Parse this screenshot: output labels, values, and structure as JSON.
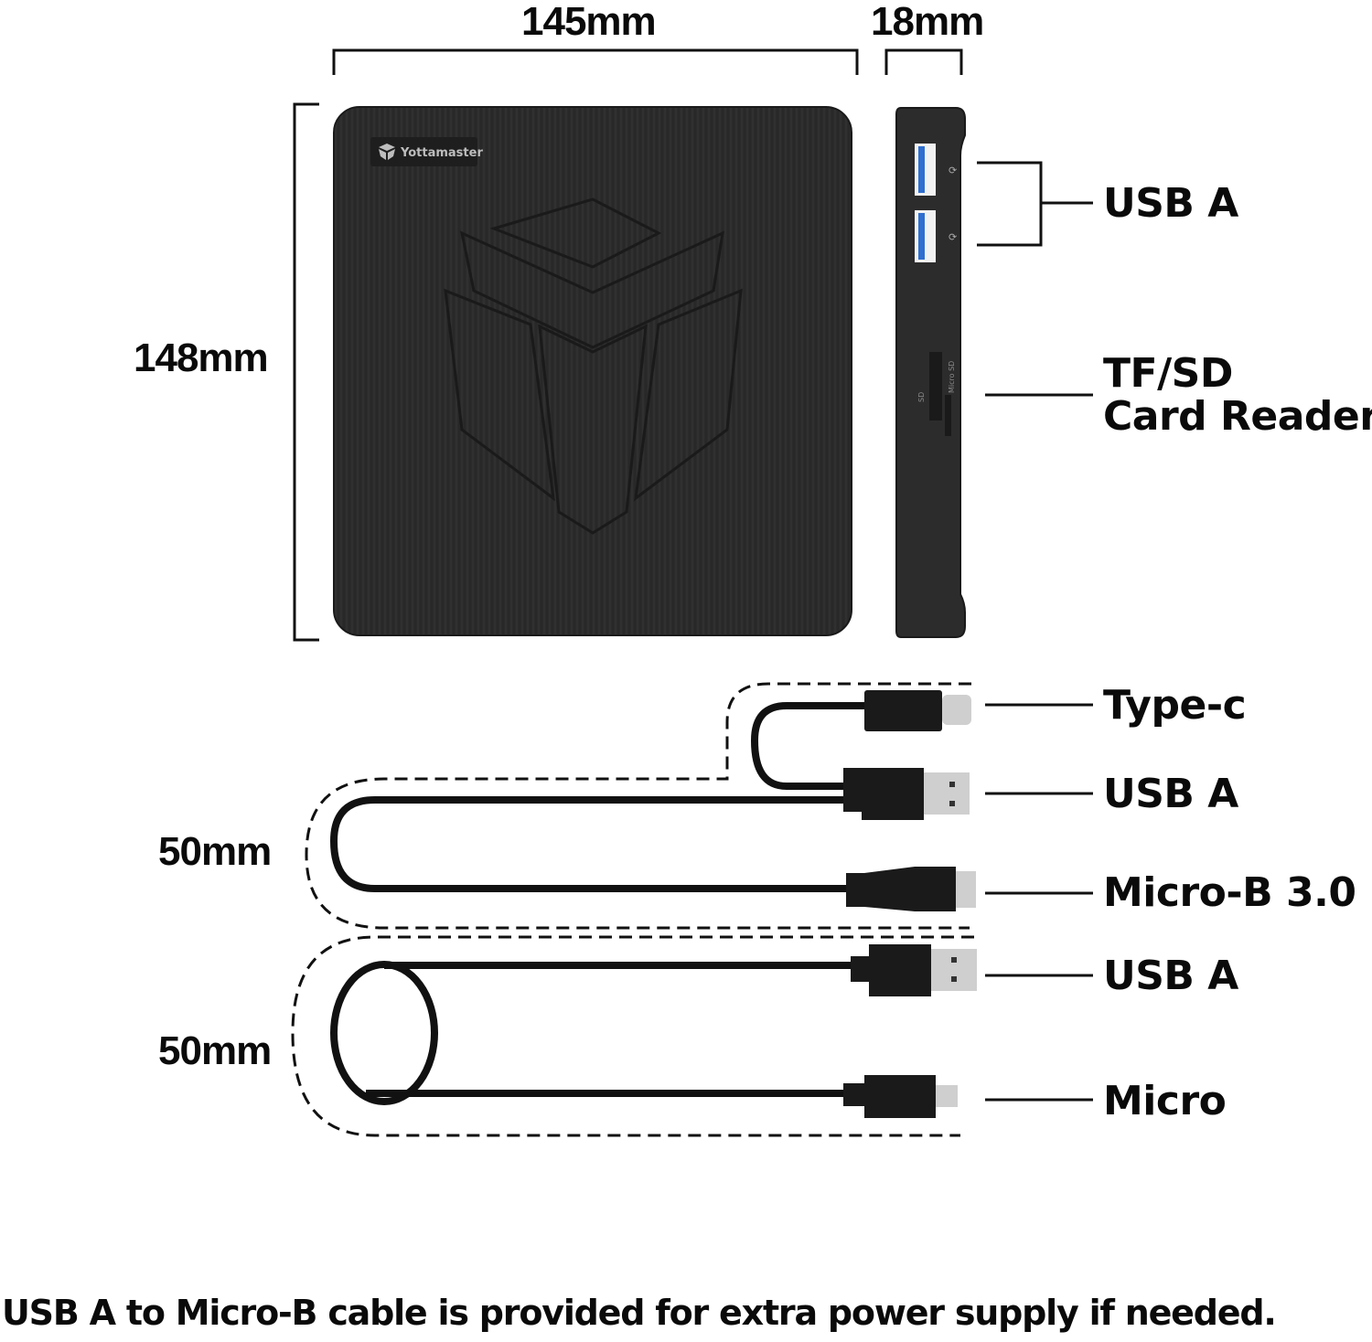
{
  "dimensions": {
    "width": "145mm",
    "depth": "18mm",
    "height": "148mm",
    "cable_1_length": "50mm",
    "cable_2_length": "50mm"
  },
  "device": {
    "brand": "Yottamaster",
    "slot_labels": {
      "sd": "SD",
      "micro_sd": "Micro SD"
    },
    "body_color": "#2a2a2a"
  },
  "port_callouts": [
    {
      "label": "USB A"
    },
    {
      "label_line1": "TF/SD",
      "label_line2": "Card Reader"
    }
  ],
  "cable_callouts": [
    {
      "label": "Type-c"
    },
    {
      "label": "USB A"
    },
    {
      "label": "Micro-B 3.0"
    },
    {
      "label": "USB A"
    },
    {
      "label": "Micro"
    }
  ],
  "footer": {
    "note": "USB A to Micro-B cable is provided for extra power supply if needed."
  },
  "colors": {
    "usb_blue": "#2f6fd0",
    "cable_black": "#111111",
    "connector_metal": "#cfcfcf"
  }
}
